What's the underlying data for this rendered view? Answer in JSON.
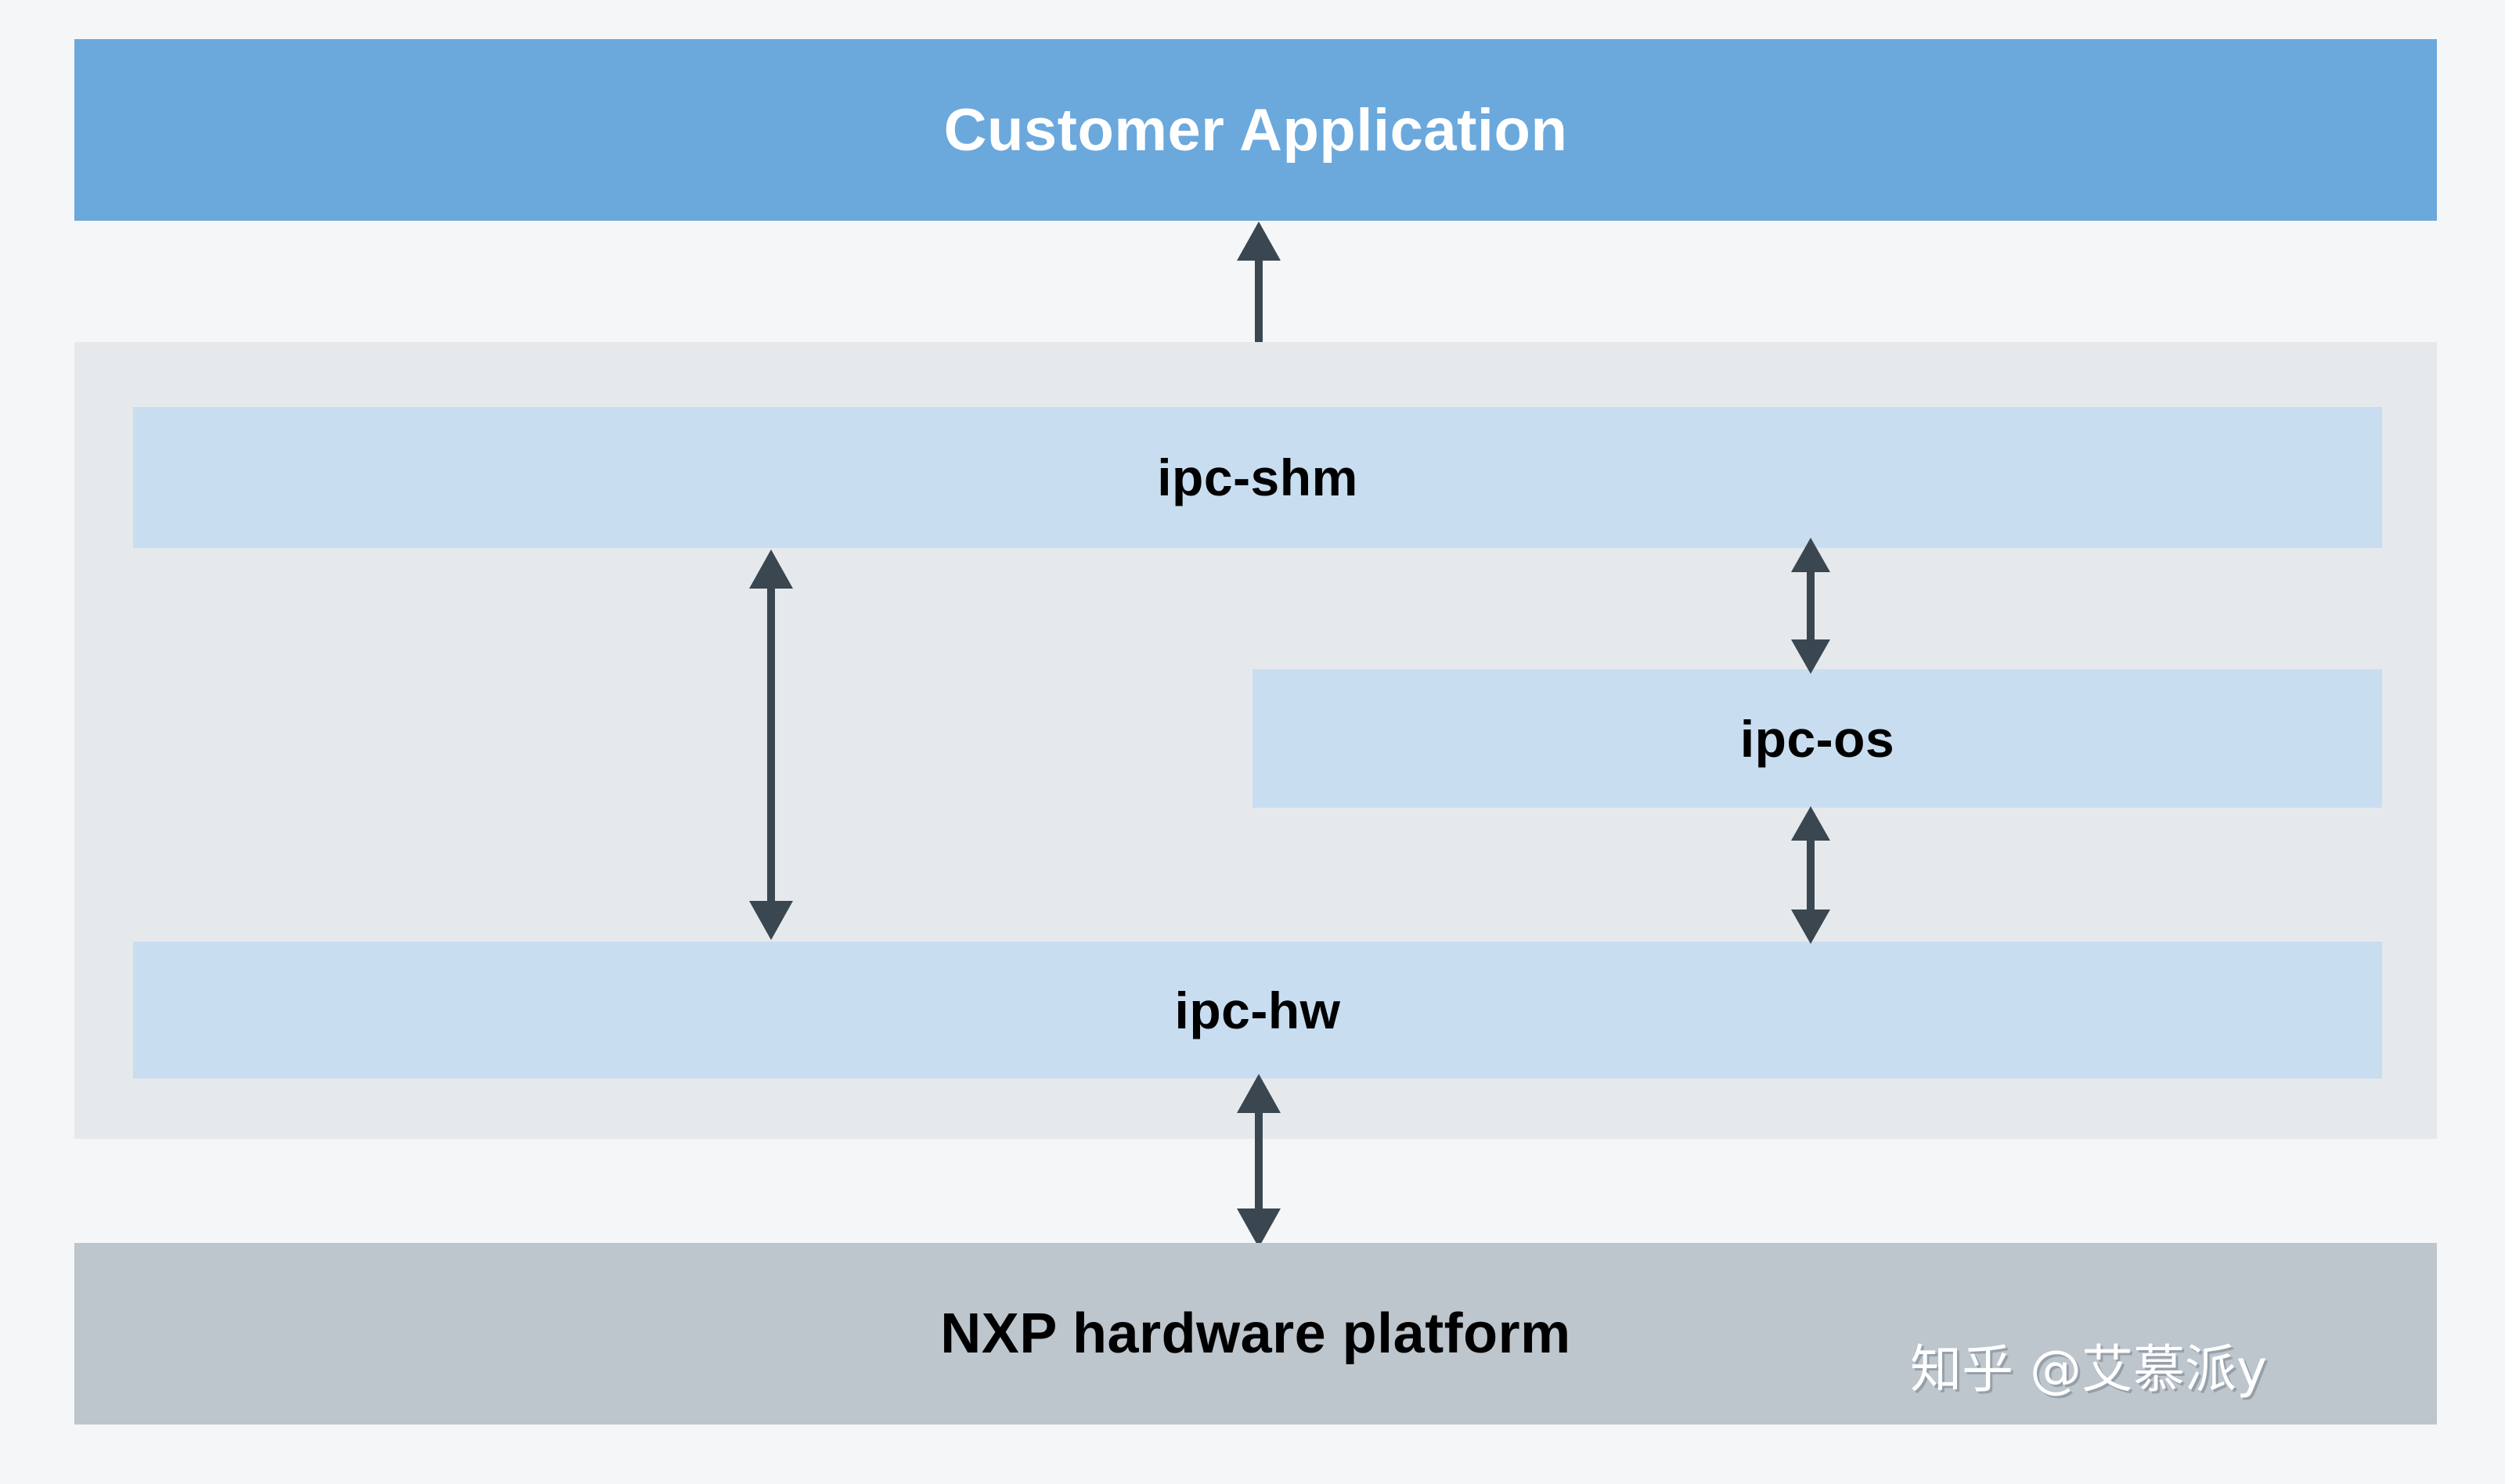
{
  "diagram": {
    "title": "NXP IPC software stack layering",
    "background_color": "#f4f6f8",
    "layers": {
      "application": {
        "label": "Customer Application",
        "fill": "#6ba8dc",
        "text_color": "#ffffff"
      },
      "middle_panel": {
        "fill": "#e6e9ec"
      },
      "ipc_shm": {
        "label": "ipc-shm",
        "fill": "#c8ddf0",
        "text_color": "#000000"
      },
      "ipc_os": {
        "label": "ipc-os",
        "fill": "#c8ddf0",
        "text_color": "#000000"
      },
      "ipc_hw": {
        "label": "ipc-hw",
        "fill": "#c8ddf0",
        "text_color": "#000000"
      },
      "hardware": {
        "label": "NXP hardware platform",
        "fill": "#bdc5cd",
        "text_color": "#000000"
      }
    },
    "connectors": {
      "color": "#3a4750",
      "items": [
        {
          "name": "app-to-ipc-shm",
          "from": "Customer Application",
          "to": "ipc-shm",
          "direction": "bidirectional"
        },
        {
          "name": "ipc-shm-to-ipc-hw",
          "from": "ipc-shm",
          "to": "ipc-hw",
          "direction": "bidirectional"
        },
        {
          "name": "ipc-shm-to-ipc-os",
          "from": "ipc-shm",
          "to": "ipc-os",
          "direction": "bidirectional"
        },
        {
          "name": "ipc-os-to-ipc-hw",
          "from": "ipc-os",
          "to": "ipc-hw",
          "direction": "bidirectional"
        },
        {
          "name": "ipc-hw-to-hardware",
          "from": "ipc-hw",
          "to": "NXP hardware platform",
          "direction": "bidirectional"
        }
      ]
    },
    "watermark": {
      "text": "知乎 @艾慕派y",
      "color": "#ffffff"
    }
  }
}
